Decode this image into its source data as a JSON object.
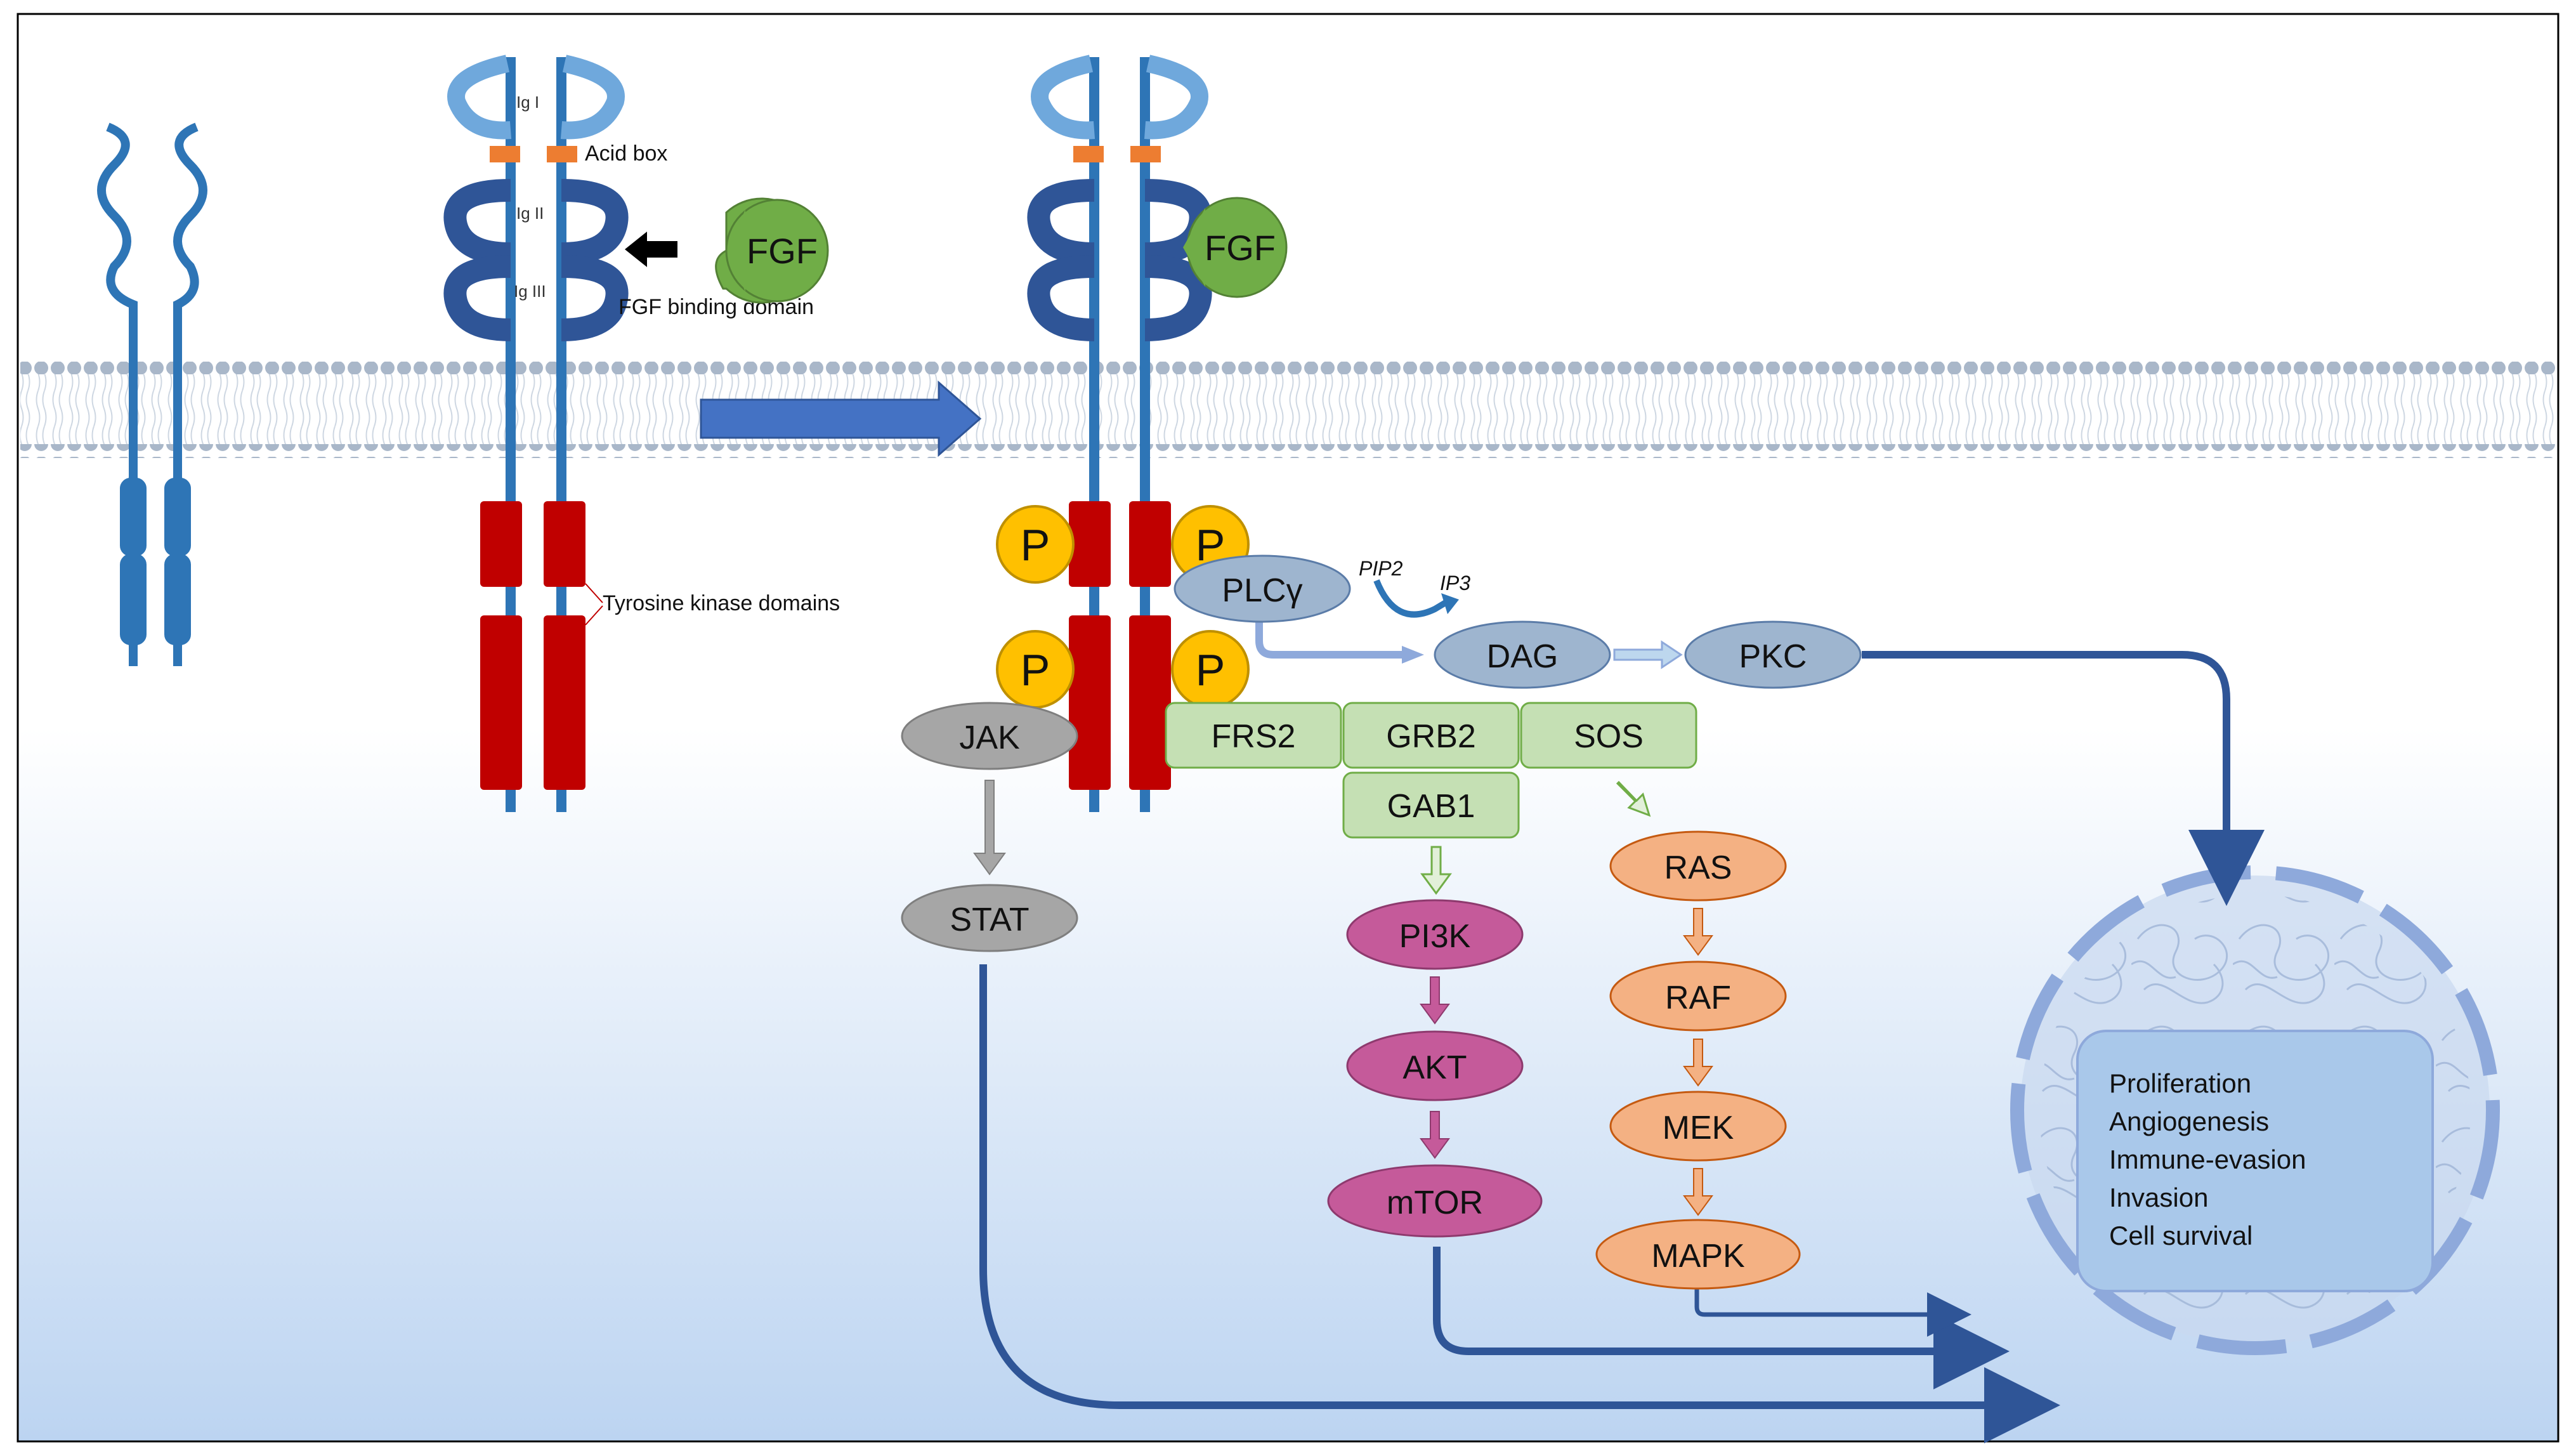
{
  "labels": {
    "ig1": "Ig I",
    "ig2": "Ig II",
    "ig3": "Ig III",
    "acid_box": "Acid box",
    "fgf_binding": "FGF binding domain",
    "tyrosine_kinase": "Tyrosine kinase domains",
    "fgf_free": "FGF",
    "fgf_bound": "FGF",
    "p": "P"
  },
  "nodes": {
    "plcg": "PLCγ",
    "pip2": "PIP2",
    "ip3": "IP3",
    "dag": "DAG",
    "pkc": "PKC",
    "jak": "JAK",
    "stat": "STAT",
    "frs2": "FRS2",
    "grb2": "GRB2",
    "sos": "SOS",
    "gab1": "GAB1",
    "pi3k": "PI3K",
    "akt": "AKT",
    "mtor": "mTOR",
    "ras": "RAS",
    "raf": "RAF",
    "mek": "MEK",
    "mapk": "MAPK"
  },
  "outcomes": [
    "Proliferation",
    "Angiogenesis",
    "Immune-evasion",
    "Invasion",
    "Cell survival"
  ],
  "colors": {
    "receptor_light": "#6fa8dc",
    "receptor_dark": "#2f5597",
    "receptor_teal": "#2e75b6",
    "kinase": "#c00000",
    "acid_box": "#ed7d31",
    "fgf": "#70ad47",
    "phospho": "#ffc000",
    "grey_node": "#a6a6a6",
    "blue_grey_node": "#9eb5cf",
    "green_node": "#c5e0b4",
    "pink_node": "#c55a9a",
    "orange_node": "#f4b183",
    "arrow_blue": "#4472c4",
    "nucleus_box": "#a9c8ea"
  }
}
